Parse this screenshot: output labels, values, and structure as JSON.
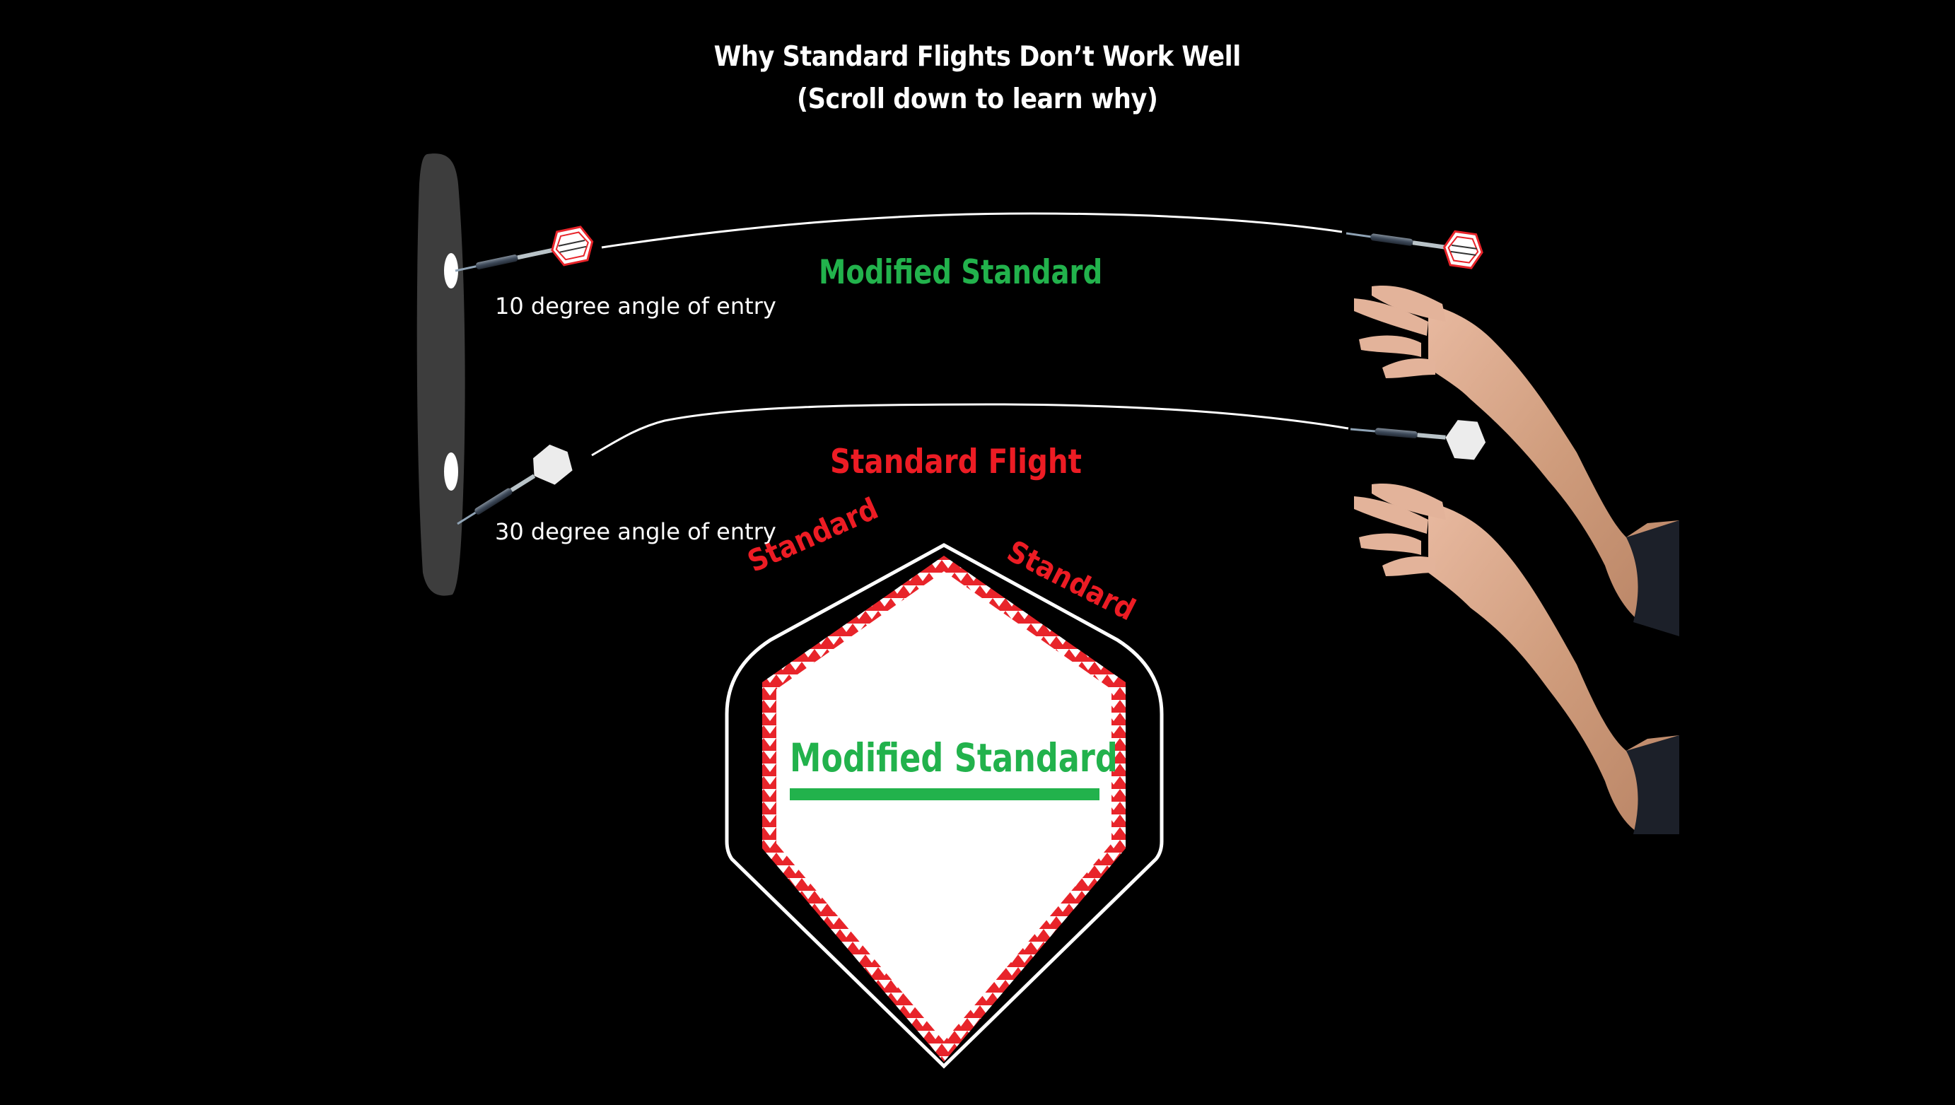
{
  "title": {
    "line1": "Why Standard Flights Don’t Work Well",
    "line2": "(Scroll down to learn why)"
  },
  "trajectories": [
    {
      "label": "Modified Standard",
      "label_color": "#22b24c",
      "flight": "modified-standard",
      "entry_angle_degrees": 10,
      "caption": "10 degree angle of entry"
    },
    {
      "label": "Standard Flight",
      "label_color": "#ed1c24",
      "flight": "standard",
      "entry_angle_degrees": 30,
      "caption": "30 degree angle of entry"
    }
  ],
  "flight_comparison": {
    "outer_outline_labels": [
      "Standard",
      "Standard"
    ],
    "outer_outline_label_color": "#ed1c24",
    "inner_flight_label": "Modified Standard",
    "inner_flight_label_color": "#22b24c",
    "inner_border_color": "#e8242a",
    "outline_color": "#ffffff"
  },
  "colors": {
    "background": "#000000",
    "dartboard": "#3d3d3d",
    "skin": "#c9987a",
    "sleeve": "#1c2029"
  }
}
